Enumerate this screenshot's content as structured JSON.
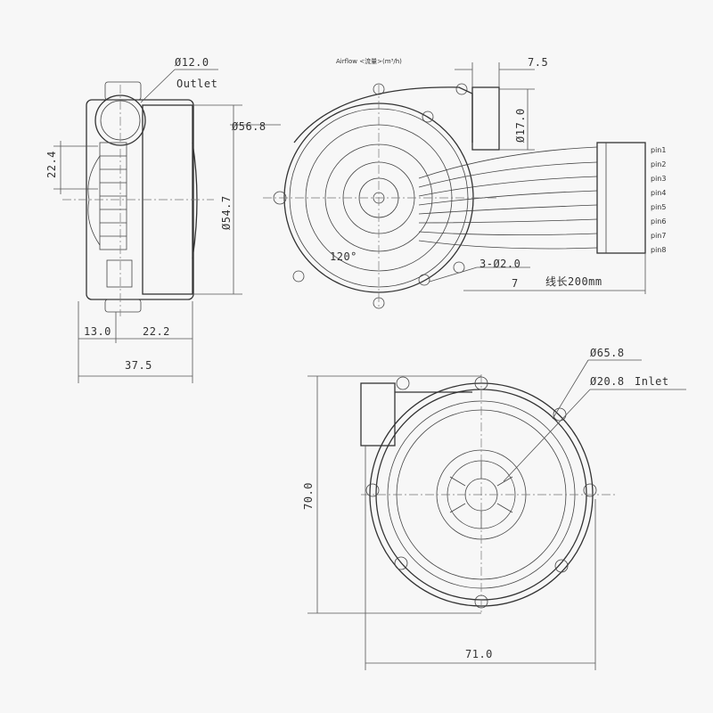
{
  "dimensions": {
    "outlet_diameter": "Ø12.0",
    "outlet_label": "Outlet",
    "width_22_4": "22.4",
    "diameter_56_8": "Ø56.8",
    "diameter_54_7": "Ø54.7",
    "side_13_0": "13.0",
    "side_22_2": "22.2",
    "side_37_5": "37.5",
    "airflow_note": "Airflow <流量>(m³/h)",
    "offset_7_5": "7.5",
    "diameter_17_0": "Ø17.0",
    "angle_120": "120°",
    "holes": "3-Ø2.0",
    "hole_depth": "7",
    "cable_length": "线长200mm",
    "diameter_65_8": "Ø65.8",
    "inlet_diameter": "Ø20.8",
    "inlet_label": "Inlet",
    "height_70_0": "70.0",
    "width_71_0": "71.0"
  },
  "pins": [
    "pin1",
    "pin2",
    "pin3",
    "pin4",
    "pin5",
    "pin6",
    "pin7",
    "pin8"
  ]
}
